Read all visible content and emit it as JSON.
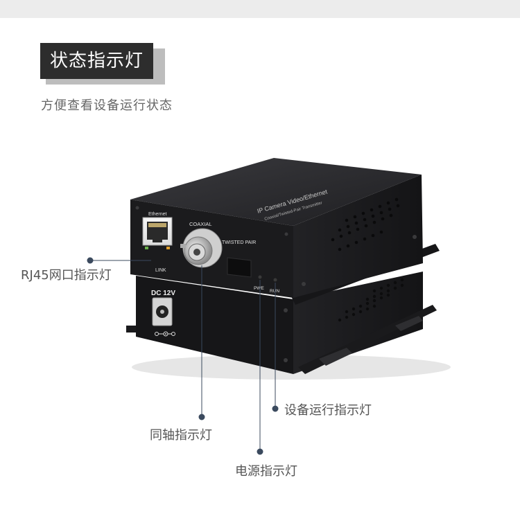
{
  "header": {
    "title": "状态指示灯",
    "subtitle": "方便查看设备运行状态"
  },
  "callouts": {
    "rj45": "RJ45网口指示灯",
    "coaxial": "同轴指示灯",
    "power": "电源指示灯",
    "run": "设备运行指示灯"
  },
  "device_labels": {
    "ethernet": "Ethernet",
    "coaxial": "COAXIAL",
    "twisted_pair": "TWISTED PAIR",
    "link": "LINK",
    "pwe": "PWE",
    "run": "RUN",
    "dc": "DC 12V",
    "top_line1": "IP Camera Video/Ethernet",
    "top_line2": "Coaxial/Twisted-Pair Transmitter"
  },
  "colors": {
    "title_bg": "#2d2d2d",
    "device_body": "#1c1c1e",
    "callout_line": "#3b4a5e",
    "label_text": "#555555"
  }
}
